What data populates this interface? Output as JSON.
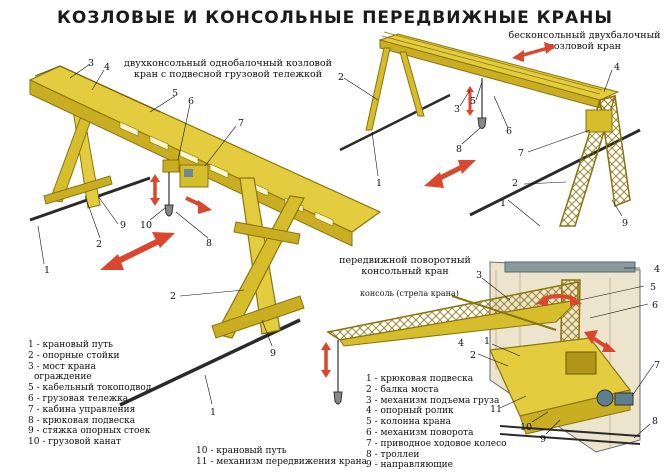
{
  "title": "КОЗЛОВЫЕ И КОНСОЛЬНЫЕ ПЕРЕДВИЖНЫЕ КРАНЫ",
  "captions": {
    "crane1": [
      "двухконсольный однобалочный козловой",
      "кран с подвесной грузовой тележкой"
    ],
    "crane2": [
      "бесконсольный двухбалочный",
      "козловой кран"
    ],
    "crane3": [
      "передвижной поворотный",
      "консольный кран"
    ],
    "boom_label": "консоль (стрела крана)"
  },
  "legend_left": [
    "1 - крановый путь",
    "2 - опорные стойки",
    "3 - мост крана",
    "  ограждение",
    "5 - кабельный токоподвод",
    "6 - грузовая тележка",
    "7 - кабина управления",
    "8 - крюковая подвеска",
    "9 - стяжка опорных стоек",
    "10  - грузовой канат"
  ],
  "legend_mid": [
    "10 - крановый путь",
    "11 - механизм передвижения крана"
  ],
  "legend_right": [
    "1 - крюковая подвеска",
    "2 - балка моста",
    "3 - механизм подъема груза",
    "4 - опорный ролик",
    "5 - колонна крана",
    "6 - механизм поворота",
    "7 - приводное ходовое колесо",
    "8 - троллеи",
    "9 - направляющие"
  ],
  "crane1_callouts": [
    "1",
    "2",
    "3",
    "4",
    "5",
    "6",
    "7",
    "8",
    "9",
    "10",
    "2",
    "9",
    "1"
  ],
  "crane2_callouts": [
    "1",
    "2",
    "3",
    "4",
    "5",
    "6",
    "7",
    "8",
    "2",
    "1",
    "9"
  ],
  "crane3_callouts": [
    "1",
    "2",
    "3",
    "4",
    "5",
    "6",
    "7",
    "8",
    "9",
    "10",
    "11",
    "4"
  ],
  "colors": {
    "steel": "#e3cc3d",
    "steel_dark": "#a88f18",
    "arrow": "#d9482e",
    "rail": "#2a2a2a"
  }
}
